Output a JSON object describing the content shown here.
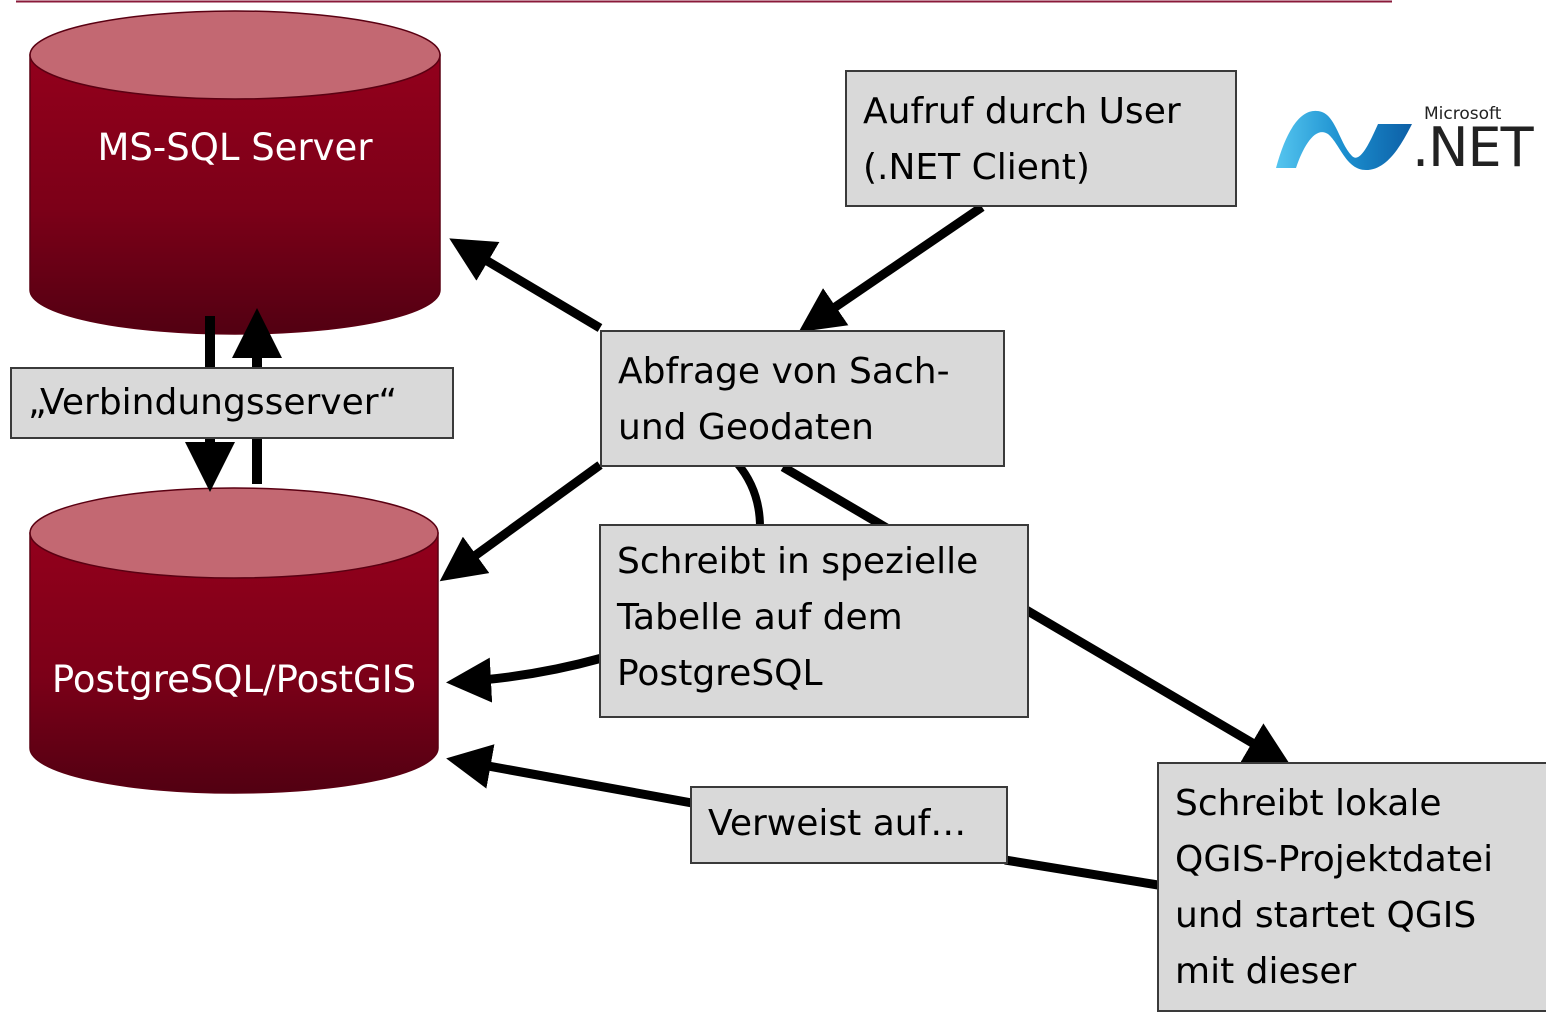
{
  "colors": {
    "top_rule": "#8a1a3a",
    "cylinder_top": "#c36872",
    "cylinder_body_top": "#93001c",
    "cylinder_body_bottom": "#520012",
    "box_fill": "#d9d9d9",
    "arrow": "#000000",
    "logo_blue": "#1b8fcf"
  },
  "databases": {
    "mssql": {
      "label": "MS-SQL Server"
    },
    "postgres": {
      "label": "PostgreSQL/PostGIS"
    }
  },
  "boxes": {
    "aufruf": [
      "Aufruf durch User",
      "(.NET Client)"
    ],
    "verbindung": [
      "„Verbindungsserver“"
    ],
    "abfrage": [
      "Abfrage von Sach-",
      "und Geodaten"
    ],
    "schreibt_tabelle": [
      "Schreibt in spezielle",
      "Tabelle auf dem",
      "PostgreSQL"
    ],
    "verweist": [
      "Verweist auf…"
    ],
    "schreibt_projekt": [
      "Schreibt lokale",
      "QGIS-Projektdatei",
      "und startet QGIS",
      "mit dieser"
    ]
  },
  "logo": {
    "brand": "Microsoft",
    "product": ".NET",
    "icon": "dotnet-wave-icon"
  }
}
